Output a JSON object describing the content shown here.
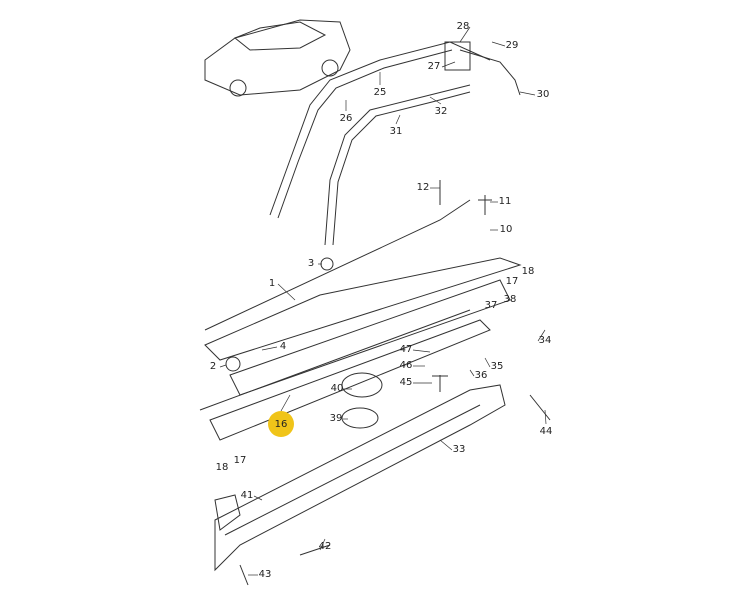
{
  "diagram": {
    "highlight_color": "#f0c419",
    "highlighted_part": "16",
    "callouts": {
      "c28": "28",
      "c29": "29",
      "c27": "27",
      "c25": "25",
      "c30": "30",
      "c26": "26",
      "c32": "32",
      "c31": "31",
      "c12": "12",
      "c11": "11",
      "c10": "10",
      "c3": "3",
      "c18a": "18",
      "c17a": "17",
      "c1": "1",
      "c37": "37",
      "c38": "38",
      "c4": "4",
      "c34": "34",
      "c47": "47",
      "c2": "2",
      "c46": "46",
      "c35": "35",
      "c36": "36",
      "c40": "40",
      "c45": "45",
      "c39": "39",
      "c16": "16",
      "c18b": "18",
      "c17b": "17",
      "c44": "44",
      "c33": "33",
      "c41": "41",
      "c42": "42",
      "c43": "43"
    }
  }
}
